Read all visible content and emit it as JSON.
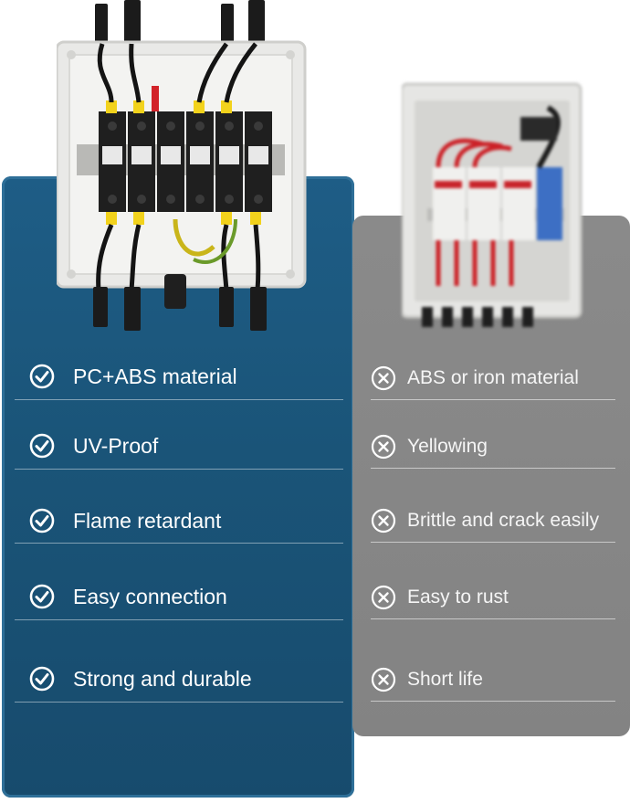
{
  "comparison": {
    "ours": {
      "accent_color": "#1e5d86",
      "mark_icon": "check-circle-icon",
      "items": [
        {
          "label": "PC+ABS material"
        },
        {
          "label": "UV-Proof"
        },
        {
          "label": "Flame retardant"
        },
        {
          "label": "Easy connection"
        },
        {
          "label": "Strong and durable"
        }
      ]
    },
    "others": {
      "accent_color": "#888888",
      "mark_icon": "x-circle-icon",
      "items": [
        {
          "label": "ABS or iron material"
        },
        {
          "label": "Yellowing"
        },
        {
          "label": "Brittle and crack easily"
        },
        {
          "label": "Easy to rust"
        },
        {
          "label": "Short life"
        }
      ]
    }
  }
}
